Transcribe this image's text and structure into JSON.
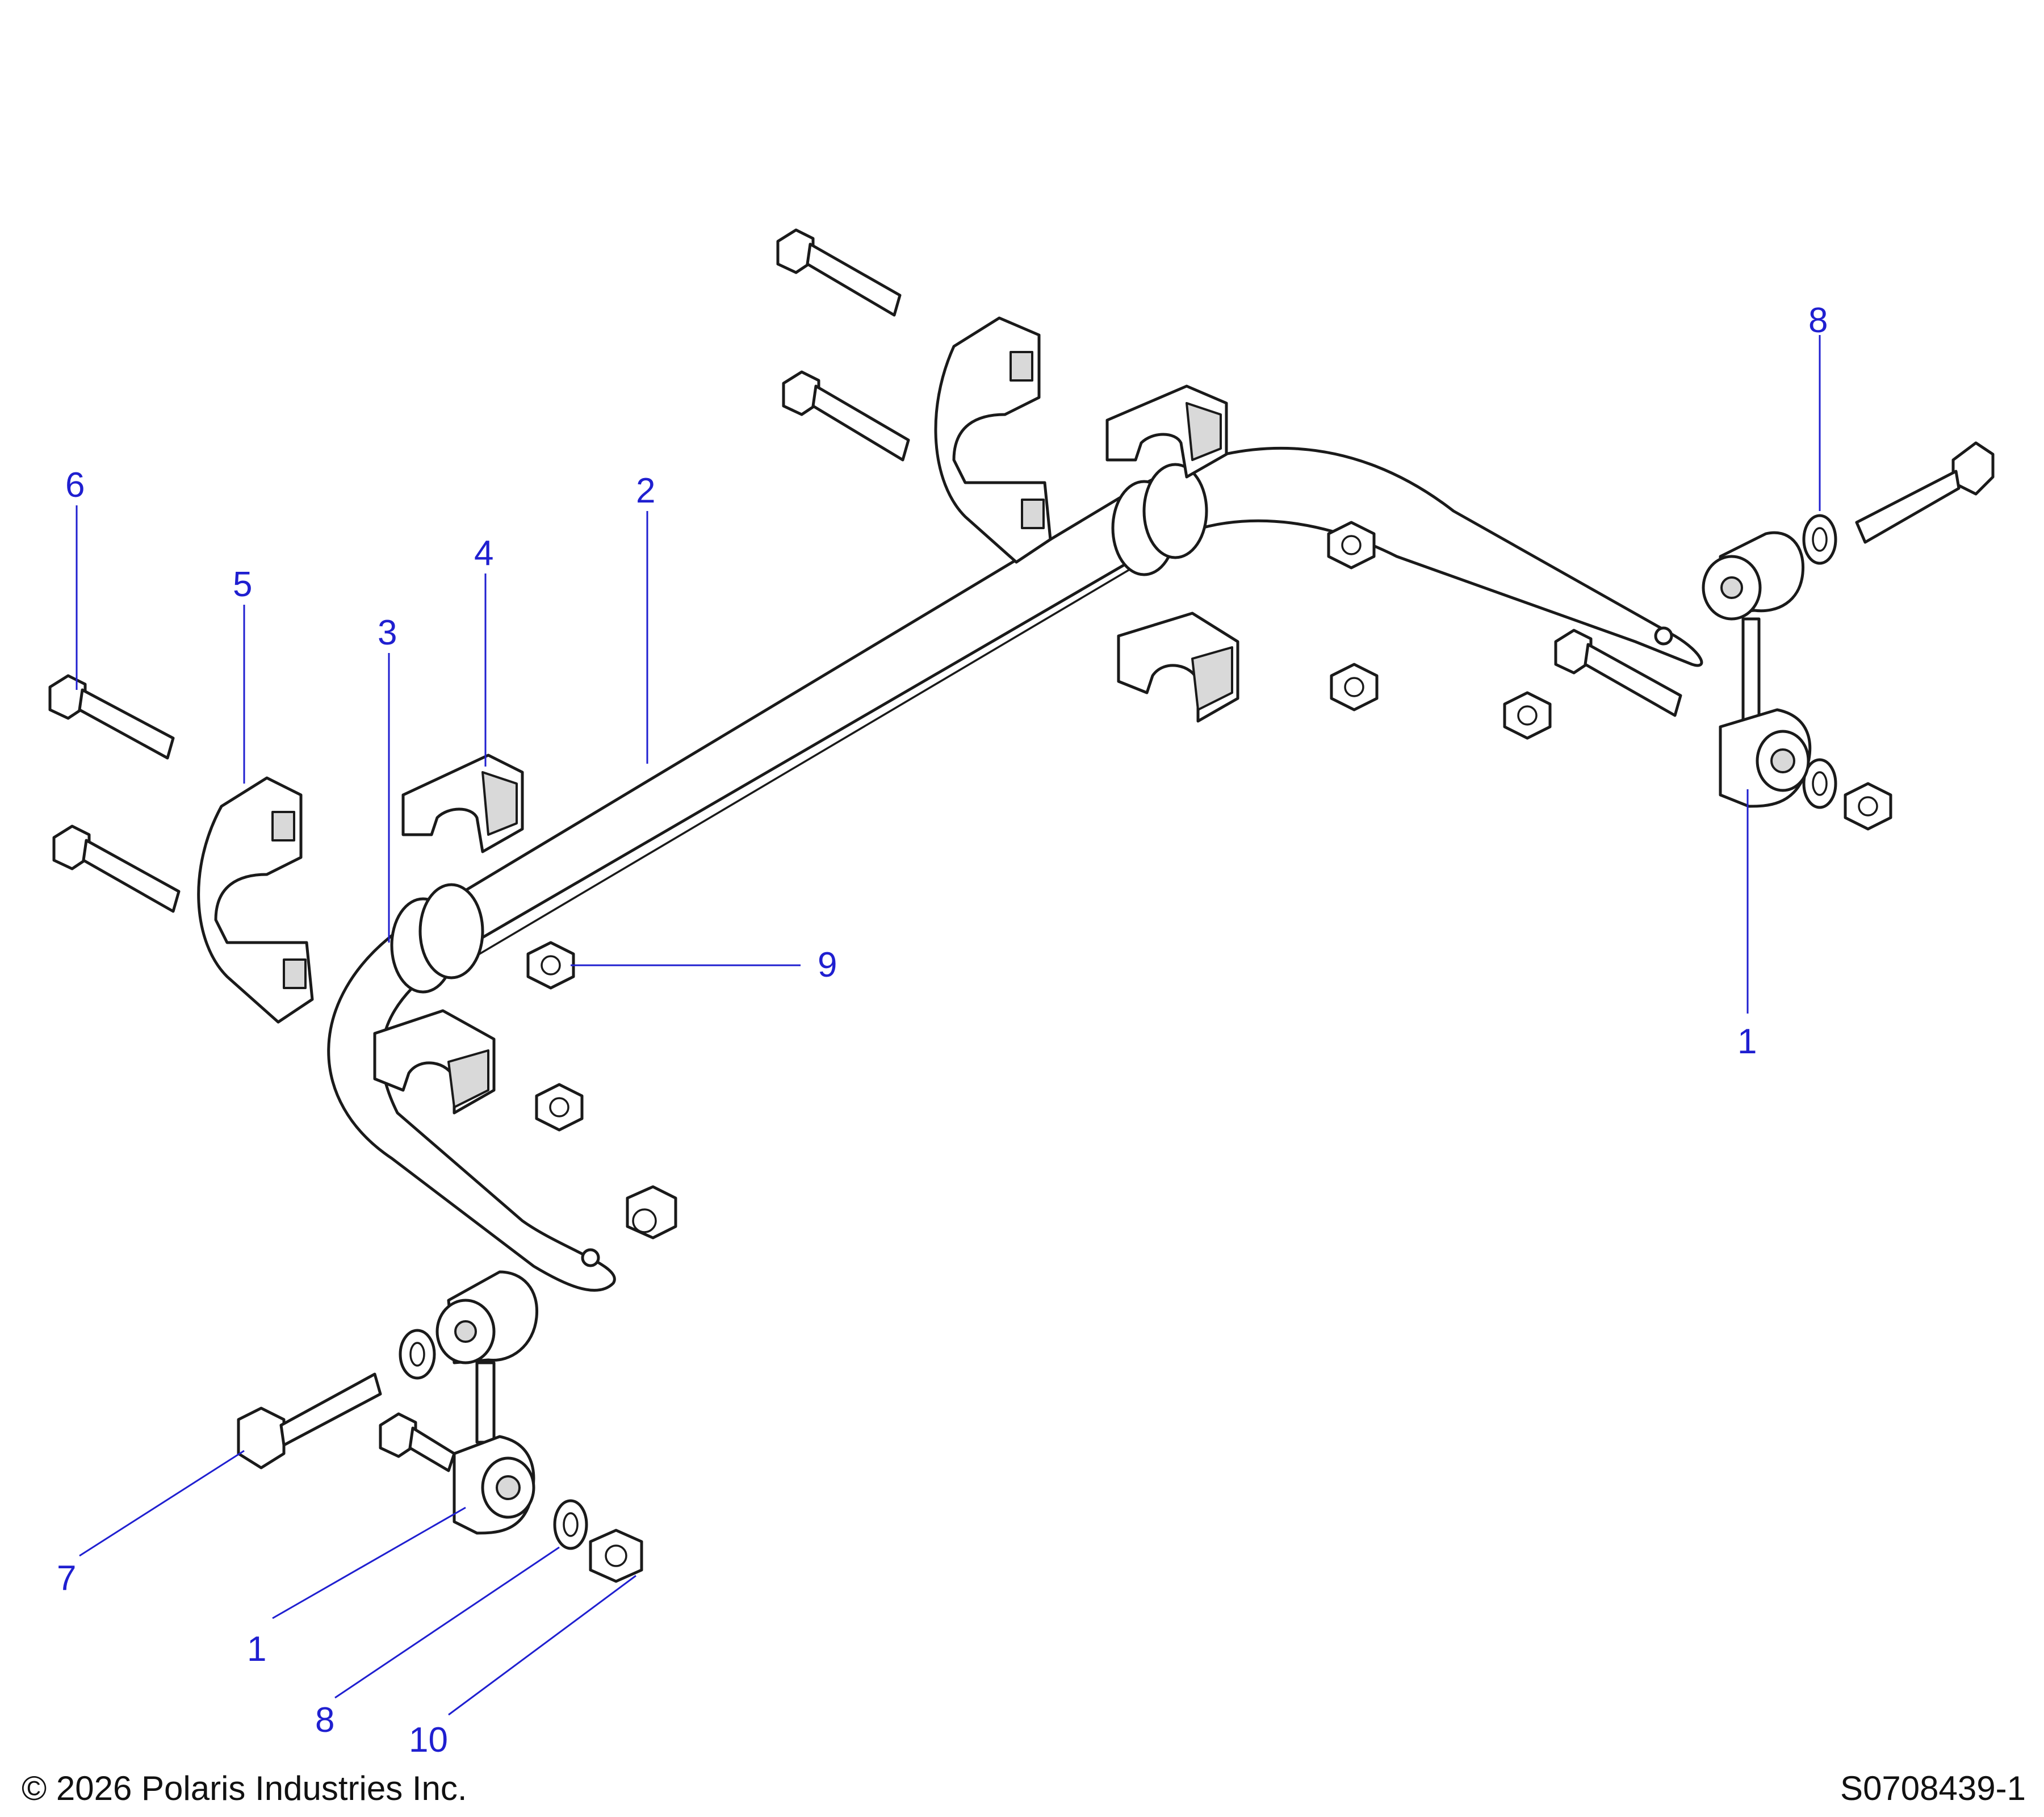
{
  "callouts": {
    "c1a": "1",
    "c1b": "1",
    "c2": "2",
    "c3": "3",
    "c4": "4",
    "c5": "5",
    "c6": "6",
    "c7": "7",
    "c8a": "8",
    "c8b": "8",
    "c9": "9",
    "c10": "10"
  },
  "footer": {
    "copyright": "© 2026 Polaris Industries Inc.",
    "drawing_number": "S0708439-1"
  },
  "colors": {
    "callout": "#1f1fd0",
    "outline": "#1a1a1a",
    "part_fill": "#ffffff"
  }
}
